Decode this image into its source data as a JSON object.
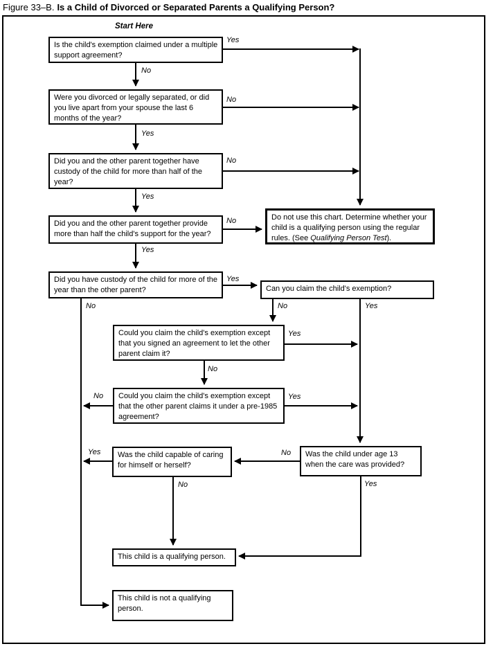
{
  "title": {
    "prefix": "Figure 33–B.",
    "main": "Is a Child of Divorced or Separated Parents a Qualifying Person?"
  },
  "start_here": "Start Here",
  "nodes": {
    "q1": {
      "text": "Is the child's exemption claimed under a multiple support agreement?"
    },
    "q2": {
      "text": "Were you divorced or legally separated, or did you live apart from your spouse the last 6 months of the year?"
    },
    "q3": {
      "text": "Did you and the other parent together have custody of the child for more than half of the year?"
    },
    "q4": {
      "text": "Did you and the other parent together provide more than half the child's support for the year?"
    },
    "do_not_use": {
      "pre": "Do not use this chart. Determine whether your child is a qualifying person using the regular rules. (See ",
      "italic": "Qualifying Person Test",
      "post": ")."
    },
    "q5": {
      "text": "Did you have custody of the child for more of the year than the other parent?"
    },
    "can_claim": {
      "text": "Can you claim the child's exemption?"
    },
    "q6": {
      "text": "Could you claim the child's exemption except that you signed an agreement to let the other parent claim it?"
    },
    "q7": {
      "text": "Could you claim the child's exemption except that the other parent claims it under a pre-1985 agreement?"
    },
    "q8": {
      "text": "Was the child capable of caring for himself or herself?"
    },
    "under13": {
      "text": "Was the child under age 13 when the care was provided?"
    },
    "qualifying": {
      "text": "This child is a qualifying person."
    },
    "not_qualifying": {
      "text": "This child is not a qualifying person."
    }
  },
  "edge_labels": [
    {
      "id": "q1-yes",
      "text": "Yes"
    },
    {
      "id": "q1-no",
      "text": "No"
    },
    {
      "id": "q2-no",
      "text": "No"
    },
    {
      "id": "q2-yes",
      "text": "Yes"
    },
    {
      "id": "q3-no",
      "text": "No"
    },
    {
      "id": "q3-yes",
      "text": "Yes"
    },
    {
      "id": "q4-no",
      "text": "No"
    },
    {
      "id": "q4-yes",
      "text": "Yes"
    },
    {
      "id": "q5-yes",
      "text": "Yes"
    },
    {
      "id": "q5-no",
      "text": "No"
    },
    {
      "id": "canclaim-no",
      "text": "No"
    },
    {
      "id": "canclaim-yes",
      "text": "Yes"
    },
    {
      "id": "q6-yes",
      "text": "Yes"
    },
    {
      "id": "q6-no",
      "text": "No"
    },
    {
      "id": "q7-yes",
      "text": "Yes"
    },
    {
      "id": "q7-no",
      "text": "No"
    },
    {
      "id": "q8-yes",
      "text": "Yes"
    },
    {
      "id": "under13-no",
      "text": "No"
    },
    {
      "id": "q8-no",
      "text": "No"
    },
    {
      "id": "under13-yes",
      "text": "Yes"
    }
  ],
  "colors": {
    "line": "#000000",
    "box_bg": "#ffffff",
    "page_bg": "#ffffff"
  }
}
